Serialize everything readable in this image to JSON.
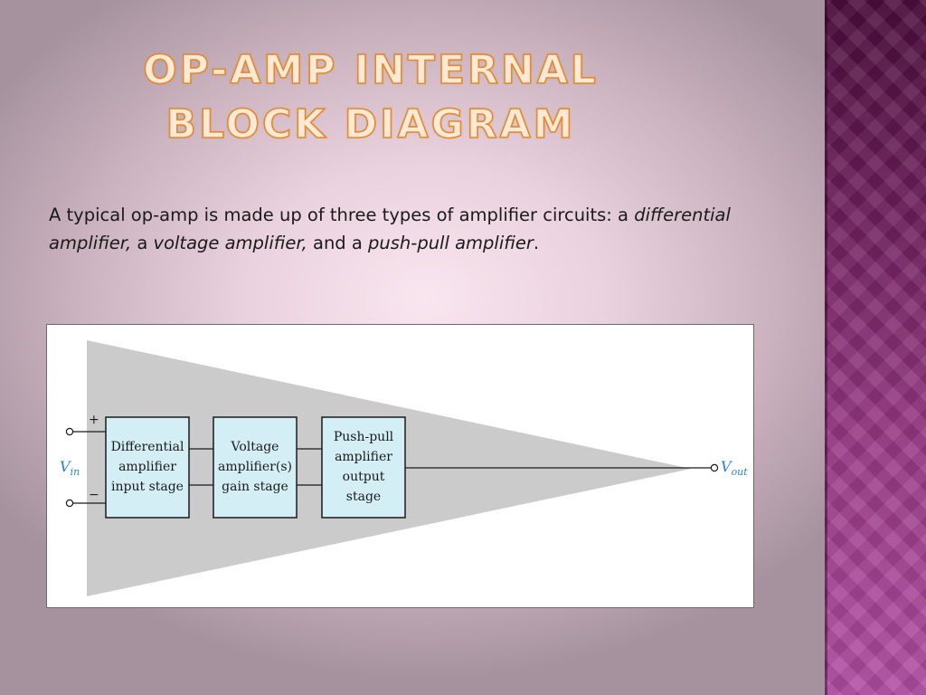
{
  "slide": {
    "title": "OP-AMP INTERNAL BLOCK DIAGRAM",
    "intro_1": "A typical op-amp is made up of three types of amplifier circuits: a ",
    "term_1": "differential amplifier,",
    "sep_1": " a ",
    "term_2": "voltage amplifier,",
    "sep_2": " and a ",
    "term_3": "push-pull amplifier",
    "end": "."
  },
  "diagram": {
    "plus_sign": "+",
    "minus_sign": "−",
    "vin_main": "V",
    "vin_sub": "in",
    "vout_main": "V",
    "vout_sub": "out",
    "blocks": [
      {
        "lines": [
          "Differential",
          "amplifier",
          "input stage"
        ]
      },
      {
        "lines": [
          "Voltage",
          "amplifier(s)",
          "gain stage"
        ]
      },
      {
        "lines": [
          "Push-pull",
          "amplifier",
          "output",
          "stage"
        ]
      }
    ],
    "colors": {
      "block_fill": "#d3eef5",
      "triangle_fill": "#cbcbcb",
      "label_color": "#2a86c4"
    }
  }
}
